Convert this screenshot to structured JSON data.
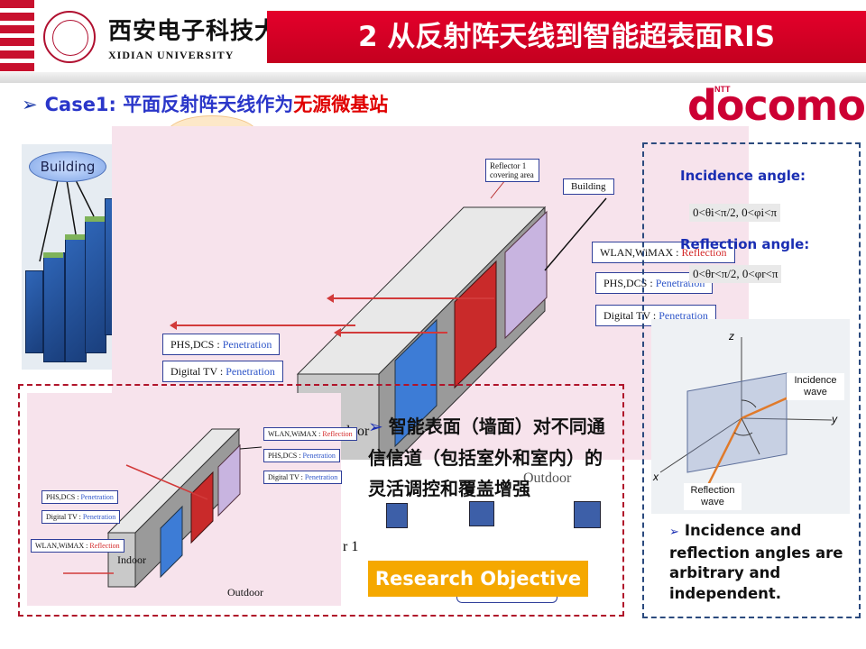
{
  "header": {
    "university_cn": "西安电子科技大学",
    "university_en": "XIDIAN UNIVERSITY",
    "title": "2 从反射阵天线到智能超表面RIS"
  },
  "subtitle": {
    "bullet": "➢",
    "lead": "Case1: 平面反射阵天线作为",
    "highlight": "无源微基站"
  },
  "logos": {
    "ntt": "NTT",
    "docomo": "docomo"
  },
  "main_figure": {
    "building_bubble": "Building",
    "reflector_note": "Reflector 1 covering area",
    "building_tag": "Building",
    "right_tags": [
      {
        "name": "WLAN,WiMAX",
        "mode": "Reflection"
      },
      {
        "name": "PHS,DCS",
        "mode": "Penetration"
      },
      {
        "name": "Digital  TV",
        "mode": "Penetration"
      }
    ],
    "left_tags": [
      {
        "name": "PHS,DCS",
        "mode": "Penetration"
      },
      {
        "name": "Digital  TV",
        "mode": "Penetration"
      }
    ],
    "indoor_partial": "door",
    "outdoor_partial": "Outdoor",
    "reflector_partial": "r 1"
  },
  "small_figure": {
    "right_tags": [
      {
        "name": "WLAN,WiMAX",
        "mode": "Reflection"
      },
      {
        "name": "PHS,DCS",
        "mode": "Penetration"
      },
      {
        "name": "Digital  TV",
        "mode": "Penetration"
      }
    ],
    "left_tags": [
      {
        "name": "PHS,DCS",
        "mode": "Penetration"
      },
      {
        "name": "Digital  TV",
        "mode": "Penetration"
      },
      {
        "name": "WLAN,WiMAX",
        "mode": "Reflection"
      }
    ],
    "indoor": "Indoor",
    "outdoor": "Outdoor"
  },
  "angles": {
    "incidence_label": "Incidence angle:",
    "incidence_formula": "0<θi<π/2,  0<φi<π",
    "reflection_label": "Reflection angle:",
    "reflection_formula": "0<θr<π/2,  0<φr<π",
    "incidence_wave": "Incidence wave",
    "reflection_wave": "Reflection wave",
    "axis_x": "x",
    "axis_y": "y",
    "axis_z": "z",
    "note_bullet": "➢",
    "note": "Incidence and reflection angles are arbitrary and independent."
  },
  "center": {
    "bullet": "➢",
    "text": "智能表面（墙面）对不同通信信道（包括室外和室内）的灵活调控和覆盖增强",
    "objective": "Research Objective"
  },
  "colors": {
    "brand_red": "#e4002b",
    "accent_blue": "#1a2eb3",
    "objective_orange": "#f5a800",
    "docomo_red": "#cc0033"
  }
}
